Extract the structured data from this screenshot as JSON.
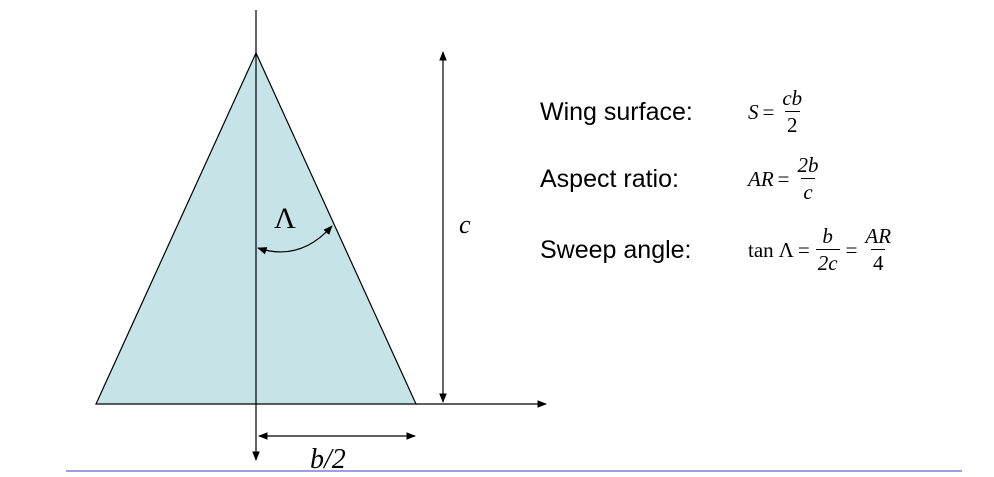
{
  "diagram": {
    "fill_color": "#c6e4e8",
    "line_color": "#000000",
    "baseline_color": "#6666cc",
    "angle_symbol": "Λ",
    "height_label": "c",
    "half_span_label": "b/2"
  },
  "formulas": {
    "wing_surface": {
      "label": "Wing surface:",
      "lhs": "S",
      "eq": "=",
      "num": "cb",
      "den": "2"
    },
    "aspect_ratio": {
      "label": "Aspect ratio:",
      "lhs": "AR",
      "eq": "=",
      "num": "2b",
      "den": "c"
    },
    "sweep_angle": {
      "label": "Sweep angle:",
      "lhs_fn": "tan",
      "lhs_sym": "Λ",
      "eq1": "=",
      "num1": "b",
      "den1": "2c",
      "eq2": "=",
      "num2": "AR",
      "den2": "4"
    }
  }
}
